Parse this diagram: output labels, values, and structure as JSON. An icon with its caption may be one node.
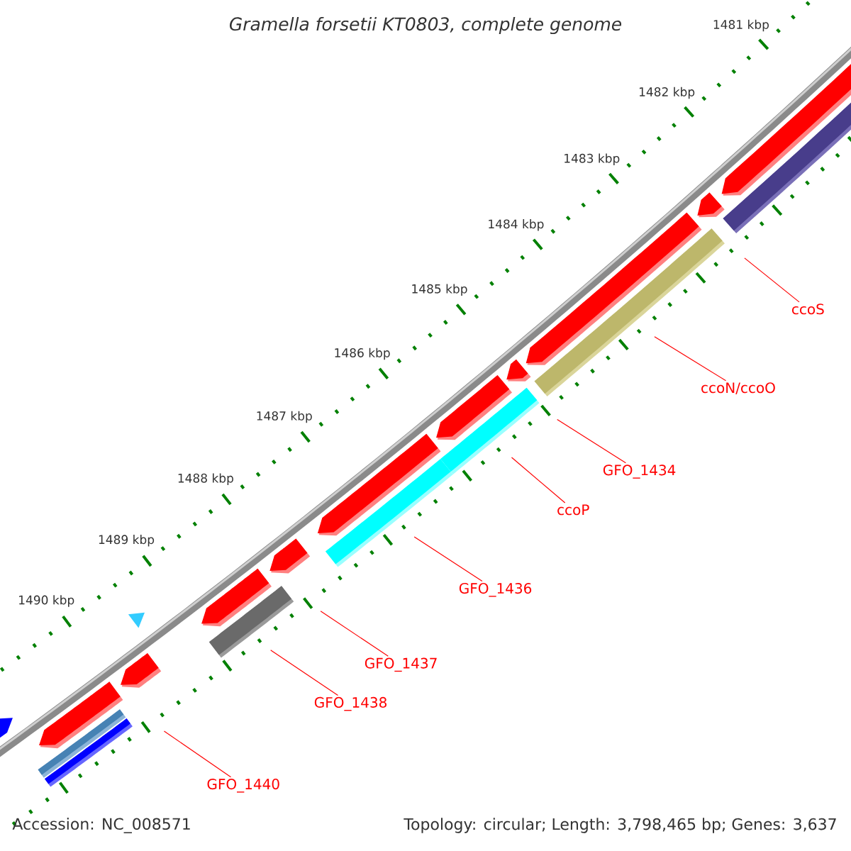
{
  "diagram": {
    "title": "Gramella forsetii KT0803, complete genome",
    "nodes": [
      {
        "text": [
          "ccoS"
        ]
      },
      {
        "text": [
          "ccoN/ccoO"
        ]
      },
      {
        "text": [
          "GFO_1434"
        ]
      },
      {
        "text": [
          "ccoP"
        ]
      },
      {
        "text": [
          "GFO_1436"
        ]
      },
      {
        "text": [
          "GFO_1437"
        ]
      },
      {
        "text": [
          "GFO_1438"
        ]
      },
      {
        "text": [
          "GFO_1440"
        ]
      }
    ],
    "edges": [
      {
        "from": 0,
        "to": null,
        "arrow": "none"
      },
      {
        "from": 1,
        "to": null,
        "arrow": "none"
      },
      {
        "from": 2,
        "to": null,
        "arrow": "none"
      },
      {
        "from": 3,
        "to": null,
        "arrow": "none"
      },
      {
        "from": 4,
        "to": null,
        "arrow": "none"
      },
      {
        "from": 5,
        "to": null,
        "arrow": "none"
      },
      {
        "from": 6,
        "to": null,
        "arrow": "none"
      },
      {
        "from": 7,
        "to": null,
        "arrow": "none"
      }
    ],
    "labels": [
      "1481 kbp",
      "1482 kbp",
      "1483 kbp",
      "1484 kbp",
      "1485 kbp",
      "1486 kbp",
      "1487 kbp",
      "1488 kbp",
      "1489 kbp",
      "1490 kbp",
      "Accession: NC_008571",
      "Topology: circular; Length: 3,798,465 bp; Genes: 3,637"
    ]
  }
}
